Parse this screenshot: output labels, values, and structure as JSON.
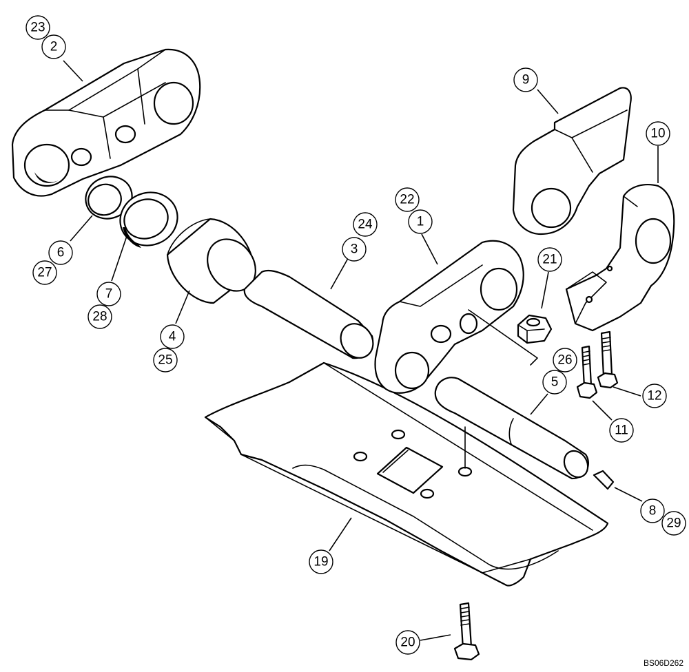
{
  "diagram": {
    "figure_code": "BS06D262",
    "callouts": [
      {
        "id": "c23",
        "label": "23"
      },
      {
        "id": "c2",
        "label": "2"
      },
      {
        "id": "c9",
        "label": "9"
      },
      {
        "id": "c10",
        "label": "10"
      },
      {
        "id": "c6",
        "label": "6"
      },
      {
        "id": "c27",
        "label": "27"
      },
      {
        "id": "c7",
        "label": "7"
      },
      {
        "id": "c28",
        "label": "28"
      },
      {
        "id": "c4",
        "label": "4"
      },
      {
        "id": "c25",
        "label": "25"
      },
      {
        "id": "c24",
        "label": "24"
      },
      {
        "id": "c3",
        "label": "3"
      },
      {
        "id": "c22",
        "label": "22"
      },
      {
        "id": "c1",
        "label": "1"
      },
      {
        "id": "c21",
        "label": "21"
      },
      {
        "id": "c26",
        "label": "26"
      },
      {
        "id": "c5",
        "label": "5"
      },
      {
        "id": "c12",
        "label": "12"
      },
      {
        "id": "c11",
        "label": "11"
      },
      {
        "id": "c8",
        "label": "8"
      },
      {
        "id": "c29",
        "label": "29"
      },
      {
        "id": "c19",
        "label": "19"
      },
      {
        "id": "c20",
        "label": "20"
      }
    ]
  }
}
